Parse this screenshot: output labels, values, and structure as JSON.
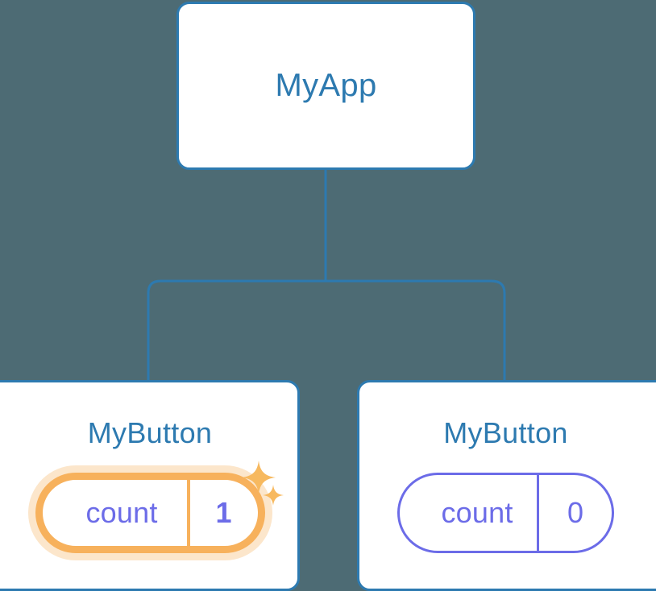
{
  "theme": {
    "background": "#4d6b74",
    "card_background": "#ffffff",
    "card_border": "#2d7ab0",
    "title_text": "#2d7ab0",
    "connector": "#2d7ab0",
    "signal_text": "#6c6ce8",
    "signal_border": "#6c6ce8",
    "highlight_border": "#f7b15c",
    "highlight_glow": "rgba(247,177,92,0.32)",
    "sparkle": "#f7b95f"
  },
  "tree": {
    "root": {
      "title": "MyApp"
    },
    "children": [
      {
        "title": "MyButton",
        "signal": {
          "label": "count",
          "value": "1",
          "highlighted": true,
          "sparkles": 2
        }
      },
      {
        "title": "MyButton",
        "signal": {
          "label": "count",
          "value": "0",
          "highlighted": false,
          "sparkles": 0
        }
      }
    ]
  }
}
